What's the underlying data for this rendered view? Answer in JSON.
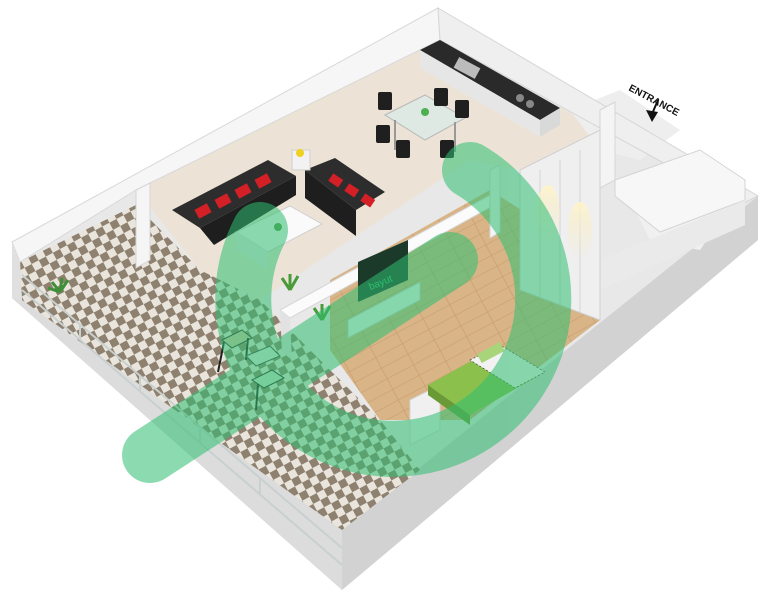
{
  "plan": {
    "entrance_label": "ENTRANCE",
    "tv_brand": "bayut",
    "watermark_icon": "bayut-logo-watermark",
    "arrow_icon": "arrow-down-icon"
  },
  "colors": {
    "wall_top": "#f4f4f4",
    "wall_side": "#e2e2e2",
    "floor_beige": "#ece4d8",
    "wood": "#d9b58a",
    "sofa": "#2f2f2f",
    "cushion": "#d21f26",
    "watermark": "#2fbf71",
    "check_light": "#e8e4dc",
    "check_dark": "#8c7e6e"
  }
}
